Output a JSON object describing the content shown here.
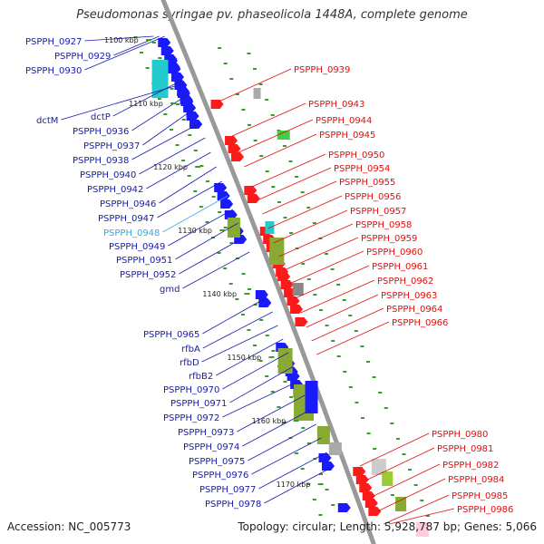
{
  "title": "Pseudomonas syringae pv. phaseolicola 1448A, complete genome",
  "accession_text": "Accession: NC_005773",
  "summary_text": "Topology: circular; Length: 5,928,787 bp; Genes: 5,066",
  "colors": {
    "backbone": "#999999",
    "forward_gene": "#1a1aff",
    "reverse_gene": "#ff1a1a",
    "label_forward": "#1a1aaa",
    "label_reverse": "#dd1111",
    "label_highlight": "#33aadd"
  },
  "ticks": [
    "1100 kbp",
    "1110 kbp",
    "1120 kbp",
    "1130 kbp",
    "1140 kbp",
    "1150 kbp",
    "1160 kbp",
    "1170 kbp"
  ],
  "left_labels": [
    {
      "name": "PSPPH_0927",
      "highlight": false
    },
    {
      "name": "PSPPH_0929",
      "highlight": false
    },
    {
      "name": "PSPPH_0930",
      "highlight": false
    },
    {
      "name": "dctM",
      "highlight": false
    },
    {
      "name": "dctP",
      "highlight": false
    },
    {
      "name": "PSPPH_0936",
      "highlight": false
    },
    {
      "name": "PSPPH_0937",
      "highlight": false
    },
    {
      "name": "PSPPH_0938",
      "highlight": false
    },
    {
      "name": "PSPPH_0940",
      "highlight": false
    },
    {
      "name": "PSPPH_0942",
      "highlight": false
    },
    {
      "name": "PSPPH_0946",
      "highlight": false
    },
    {
      "name": "PSPPH_0947",
      "highlight": false
    },
    {
      "name": "PSPPH_0948",
      "highlight": true
    },
    {
      "name": "PSPPH_0949",
      "highlight": false
    },
    {
      "name": "PSPPH_0951",
      "highlight": false
    },
    {
      "name": "PSPPH_0952",
      "highlight": false
    },
    {
      "name": "gmd",
      "highlight": false
    },
    {
      "name": "PSPPH_0965",
      "highlight": false
    },
    {
      "name": "rfbA",
      "highlight": false
    },
    {
      "name": "rfbD",
      "highlight": false
    },
    {
      "name": "rfbB2",
      "highlight": false
    },
    {
      "name": "PSPPH_0970",
      "highlight": false
    },
    {
      "name": "PSPPH_0971",
      "highlight": false
    },
    {
      "name": "PSPPH_0972",
      "highlight": false
    },
    {
      "name": "PSPPH_0973",
      "highlight": false
    },
    {
      "name": "PSPPH_0974",
      "highlight": false
    },
    {
      "name": "PSPPH_0975",
      "highlight": false
    },
    {
      "name": "PSPPH_0976",
      "highlight": false
    },
    {
      "name": "PSPPH_0977",
      "highlight": false
    },
    {
      "name": "PSPPH_0978",
      "highlight": false
    }
  ],
  "right_labels": [
    "PSPPH_0939",
    "PSPPH_0943",
    "PSPPH_0944",
    "PSPPH_0945",
    "PSPPH_0950",
    "PSPPH_0954",
    "PSPPH_0955",
    "PSPPH_0956",
    "PSPPH_0957",
    "PSPPH_0958",
    "PSPPH_0959",
    "PSPPH_0960",
    "PSPPH_0961",
    "PSPPH_0962",
    "PSPPH_0963",
    "PSPPH_0964",
    "PSPPH_0966",
    "PSPPH_0980",
    "PSPPH_0981",
    "PSPPH_0982",
    "PSPPH_0984",
    "PSPPH_0985",
    "PSPPH_0986"
  ]
}
